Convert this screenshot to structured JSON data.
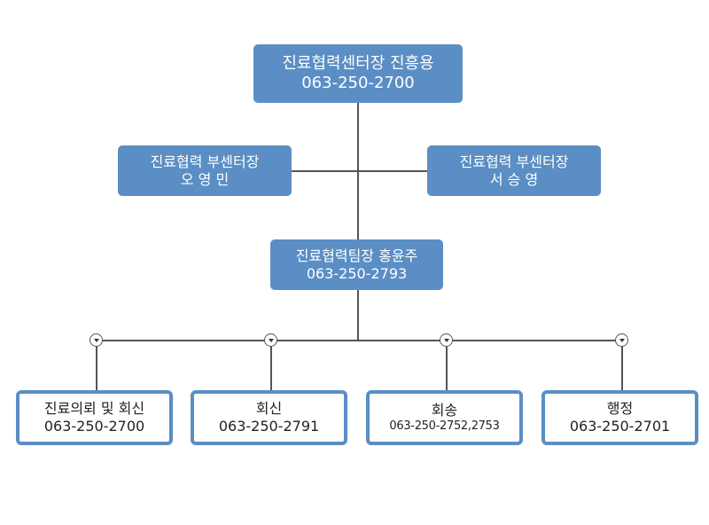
{
  "director": {
    "title": "진료협력센터장 진흥용",
    "phone": "063-250-2700"
  },
  "vice_left": {
    "title": "진료협력 부센터장",
    "name": "오 영 민"
  },
  "vice_right": {
    "title": "진료협력 부센터장",
    "name": "서 승 영"
  },
  "team_lead": {
    "title": "진료협력팀장 홍윤주",
    "phone": "063-250-2793"
  },
  "departments": [
    {
      "title": "진료의뢰 및 회신",
      "phone": "063-250-2700"
    },
    {
      "title": "회신",
      "phone": "063-250-2791"
    },
    {
      "title": "회송",
      "phone": "063-250-2752,2753"
    },
    {
      "title": "행정",
      "phone": "063-250-2701"
    }
  ]
}
